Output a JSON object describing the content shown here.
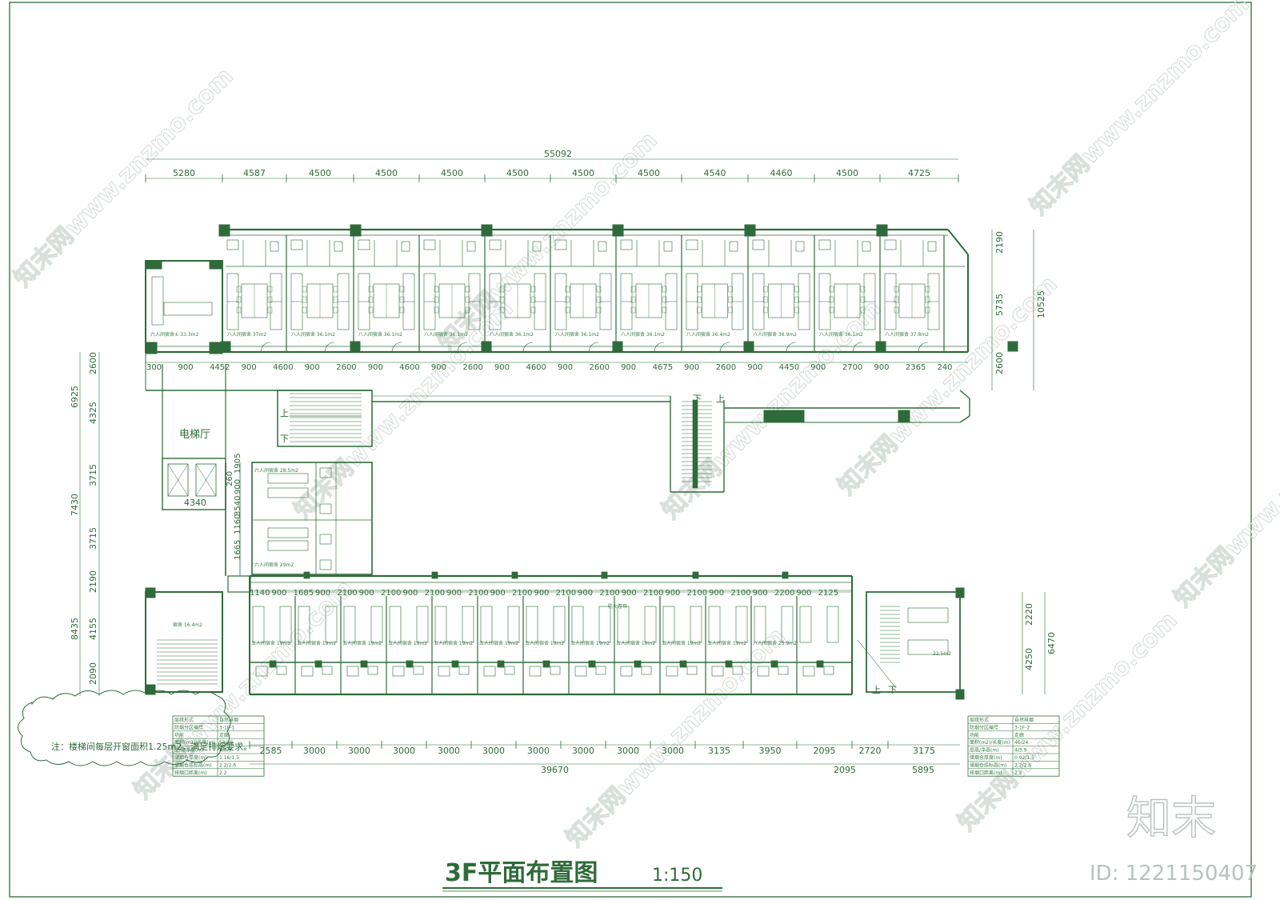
{
  "title": {
    "main": "3F平面布置图",
    "scale": "1:150"
  },
  "watermark": {
    "text": "知末网www.znzmo.com",
    "brand": "知末",
    "id": "ID: 1221150407"
  },
  "colors": {
    "line": "#2f6b3a",
    "fill": "#3a6b44",
    "paper": "#ffffff",
    "watermark": "#d9e0dc"
  },
  "dims": {
    "top_total": "55092",
    "top": [
      "5280",
      "4587",
      "4500",
      "4500",
      "4500",
      "4500",
      "4500",
      "4500",
      "4540",
      "4460",
      "4500",
      "4725"
    ],
    "top_inner": [
      "300",
      "900",
      "4452",
      "900",
      "4600",
      "900",
      "2600",
      "900",
      "4600",
      "900",
      "2600",
      "900",
      "4600",
      "900",
      "2600",
      "900",
      "4675",
      "900",
      "2600",
      "900",
      "4450",
      "900",
      "2700",
      "900",
      "2365",
      "240"
    ],
    "right_upper": [
      "2190",
      "5735",
      "10525",
      "2600"
    ],
    "left": [
      "2600",
      "6925",
      "4325",
      "3715",
      "7430",
      "3715",
      "2190",
      "8435",
      "4155",
      "2090"
    ],
    "mid_vertical": [
      "1905",
      "900",
      "3540",
      "1160",
      "1665",
      "260"
    ],
    "bottom_inner": [
      "1140",
      "900",
      "1685",
      "900",
      "2100",
      "900",
      "2100",
      "900",
      "2100",
      "900",
      "2100",
      "900",
      "2100",
      "900",
      "2100",
      "900",
      "2100",
      "900",
      "2100",
      "900",
      "2100",
      "900",
      "2100",
      "900",
      "2200",
      "900",
      "2125"
    ],
    "bottom": [
      "2585",
      "3000",
      "3000",
      "3000",
      "3000",
      "3000",
      "3000",
      "3000",
      "3000",
      "3000",
      "3135",
      "3950",
      "2095",
      "2720",
      "3175"
    ],
    "bottom_total": [
      "39670",
      "2095",
      "5895"
    ],
    "right_lower": [
      "2220",
      "4250",
      "6470"
    ],
    "elevator_width": "4340"
  },
  "labels": {
    "elevator_hall": "电梯厅",
    "up": "上",
    "down": "下",
    "upper_rooms": [
      "六人间宿舍① 33.3m2",
      "八人间宿舍 37m2",
      "八人间宿舍 36.1m2",
      "八人间宿舍 36.1m2",
      "八人间宿舍 36.1m2",
      "八人间宿舍 36.1m2",
      "八人间宿舍 36.1m2",
      "八人间宿舍 36.1m2",
      "八人间宿舍 36.4m2",
      "八人间宿舍 36.9m2",
      "八人间宿舍 36.1m2",
      "八人间宿舍 37.8m2"
    ],
    "mid_rooms": [
      "六人间宿舍 28.5m2",
      "六人间宿舍 29m2"
    ],
    "lower_rooms": [
      "五人间宿舍 19m2",
      "五人间宿舍 19m2",
      "五人间宿舍 19m2",
      "五人间宿舍 19m2",
      "五人间宿舍 19m2",
      "五人间宿舍 19m2",
      "五人间宿舍 19m2",
      "五人间宿舍 19m2",
      "五人间宿舍 19m2",
      "五人间宿舍 19m2",
      "五人间宿舍 19m2",
      "八人间宿舍 25.9m2"
    ],
    "lower_left_room": "宿舍 16.4m2",
    "lower_right_room": "22.5m2",
    "corridor_tag": "防火卷帘"
  },
  "note": "注：楼梯间每层开窗面积1.25m2，满足排烟要求。",
  "tables": [
    {
      "rows": [
        [
          "层疏形式",
          "自然排烟"
        ],
        [
          "防烟分区编号",
          "3-1F-1"
        ],
        [
          "功能",
          "走廊"
        ],
        [
          "面积(m2)/长度(m)",
          "58/28"
        ],
        [
          "层高/净高(m)",
          "4/3.9"
        ],
        [
          "储烟仓厚度(m)",
          "1.16/1.5"
        ],
        [
          "储烟仓底标高(m)",
          "2.2/2.6"
        ],
        [
          "排烟口距离(m)",
          "2.2"
        ]
      ]
    },
    {
      "rows": [
        [
          "层疏形式",
          "自然排烟"
        ],
        [
          "防烟分区编号",
          "3-1F-2"
        ],
        [
          "功能",
          "走廊"
        ],
        [
          "面积(m2)/长度(m)",
          "46/24"
        ],
        [
          "层高/净高(m)",
          "4/3.9"
        ],
        [
          "储烟仓厚度(m)",
          "0.92/1.5"
        ],
        [
          "储烟仓底标高(m)",
          "2.2/2.6"
        ],
        [
          "排烟口距离(m)",
          "2.2"
        ]
      ]
    }
  ]
}
